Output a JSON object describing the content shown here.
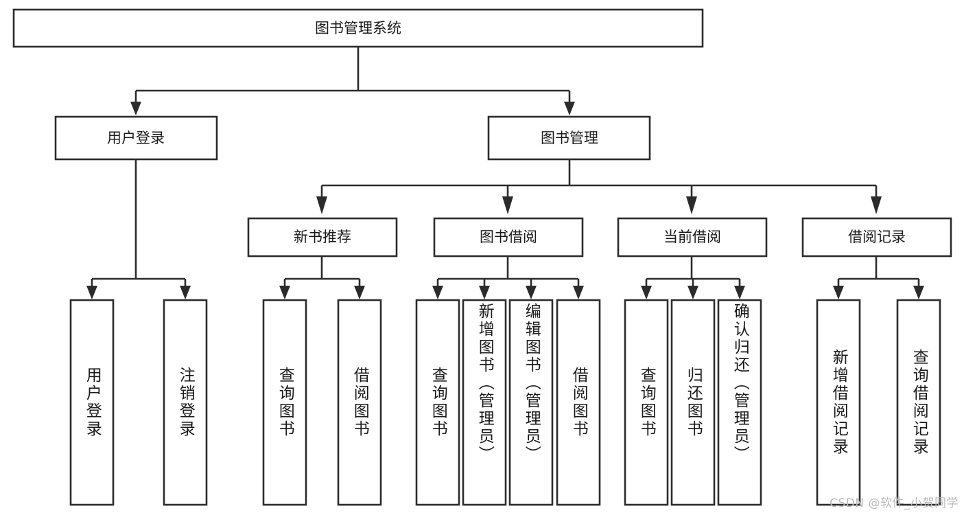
{
  "diagram": {
    "type": "tree-hierarchy-diagram",
    "title_node": {
      "label": "图书管理系统"
    },
    "level2": [
      {
        "label": "用户登录"
      },
      {
        "label": "图书管理"
      }
    ],
    "level3": [
      {
        "label": "新书推荐"
      },
      {
        "label": "图书借阅"
      },
      {
        "label": "当前借阅"
      },
      {
        "label": "借阅记录"
      }
    ],
    "leaves": {
      "user_login": [
        {
          "label": "用户登录"
        },
        {
          "label": "注销登录"
        }
      ],
      "new_book_recommend": [
        {
          "label": "查询图书"
        },
        {
          "label": "借阅图书"
        }
      ],
      "book_borrow": [
        {
          "label": "查询图书"
        },
        {
          "label": "新增图书（管理员）"
        },
        {
          "label": "编辑图书（管理员）"
        },
        {
          "label": "借阅图书"
        }
      ],
      "current_borrow": [
        {
          "label": "查询图书"
        },
        {
          "label": "归还图书"
        },
        {
          "label": "确认归还（管理员）"
        }
      ],
      "borrow_record": [
        {
          "label": "新增借阅记录"
        },
        {
          "label": "查询借阅记录"
        }
      ]
    }
  },
  "watermark": {
    "text": "CSDN @软件_小贺同学"
  },
  "colors": {
    "stroke": "#2b2b2b",
    "fill": "#ffffff",
    "text": "#1a1a1a",
    "watermark": "#b9b9b9"
  }
}
